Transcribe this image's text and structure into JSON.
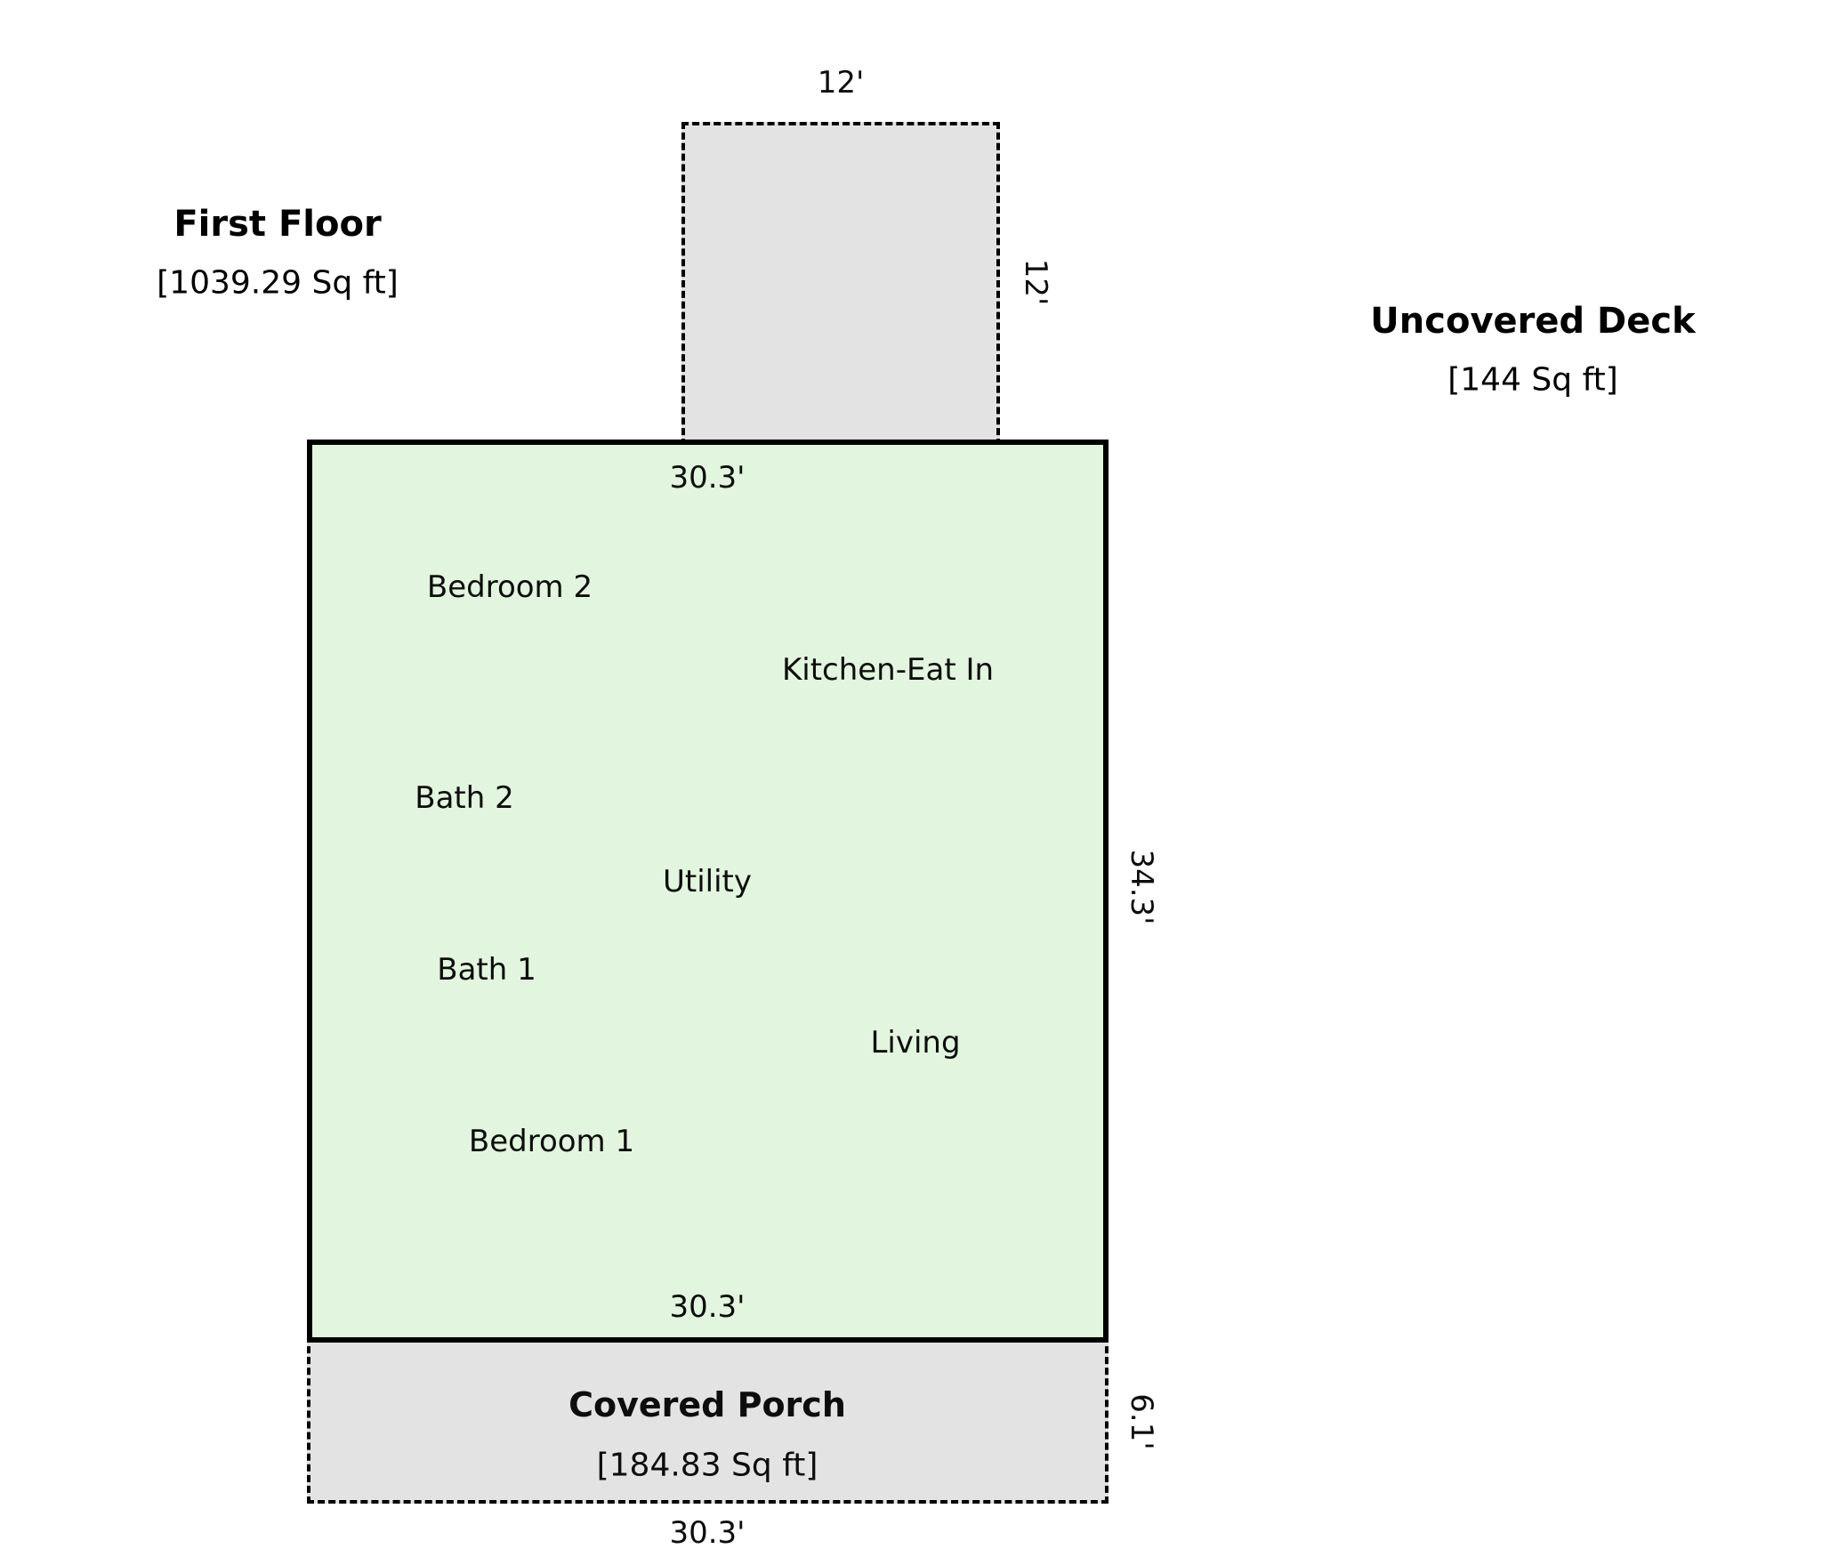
{
  "colors": {
    "background": "#ffffff",
    "floor_fill": "#e2f5de",
    "deck_fill": "#e3e3e3",
    "porch_fill": "#e3e3e3",
    "wall": "#000000"
  },
  "titles": {
    "first_floor": {
      "name": "First Floor",
      "area": "[1039.29 Sq ft]"
    },
    "uncovered_deck": {
      "name": "Uncovered Deck",
      "area": "[144 Sq ft]"
    }
  },
  "porch": {
    "name": "Covered Porch",
    "area": "[184.83 Sq ft]"
  },
  "rooms": [
    {
      "label": "Bedroom 2"
    },
    {
      "label": "Kitchen-Eat In"
    },
    {
      "label": "Bath 2"
    },
    {
      "label": "Utility"
    },
    {
      "label": "Bath 1"
    },
    {
      "label": "Living"
    },
    {
      "label": "Bedroom 1"
    }
  ],
  "dimensions": {
    "deck_top": "12'",
    "deck_right": "12'",
    "floor_top": "30.3'",
    "floor_right": "34.3'",
    "floor_bottom": "30.3'",
    "porch_right": "6.1'",
    "porch_bottom": "30.3'"
  }
}
